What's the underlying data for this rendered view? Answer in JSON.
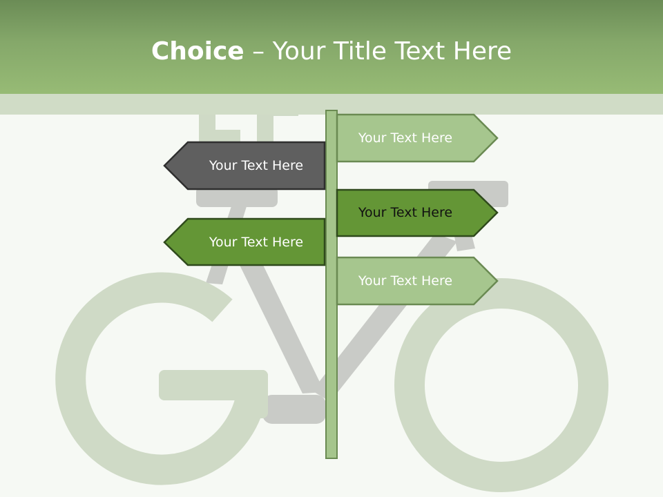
{
  "title": {
    "bold": "Choice",
    "separator": " – ",
    "rest": "Your Title Text Here"
  },
  "background_word": "LET'S GO",
  "colors": {
    "title_bar": "#86a96b",
    "pole": "#a5c58c",
    "light_green": "#a6c68e",
    "dark_green": "#649636",
    "gray": "#5f5f5f",
    "bike_gray": "#c9cbc7",
    "letters": "#cfdac6"
  },
  "signs": [
    {
      "label": "Your Text Here",
      "direction": "right",
      "style": "light-green"
    },
    {
      "label": "Your Text Here",
      "direction": "left",
      "style": "gray"
    },
    {
      "label": "Your Text Here",
      "direction": "right",
      "style": "dark-green"
    },
    {
      "label": "Your Text Here",
      "direction": "left",
      "style": "dark-green"
    },
    {
      "label": "Your Text Here",
      "direction": "right",
      "style": "light-green"
    }
  ]
}
